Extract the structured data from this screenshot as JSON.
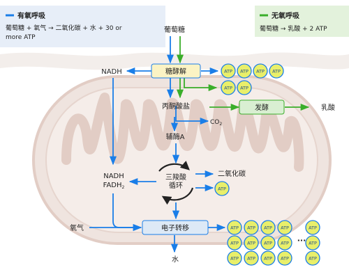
{
  "legend": {
    "aerobic": {
      "title": "有氧呼吸",
      "equation_line1": "葡萄糖 + 氧气 → 二氧化碳 + 水 + 30 or",
      "equation_line2": "more ATP",
      "color": "#1a7ee8"
    },
    "anaerobic": {
      "title": "无氧呼吸",
      "equation": "葡萄糖 → 乳酸 + 2 ATP",
      "color": "#3aae2a"
    }
  },
  "nodes": {
    "glucose": "葡萄糖",
    "glycolysis": "糖酵解",
    "pyruvate": "丙酮酸盐",
    "fermentation": "发酵",
    "lactate": "乳酸",
    "co2": "CO",
    "co2_sub": "2",
    "acetyl_coa": "辅酶A",
    "krebs_line1": "三羧酸",
    "krebs_line2": "循环",
    "carbon_dioxide": "二氧化碳",
    "nadh_top": "NADH",
    "nadh_mid": "NADH",
    "fadh2": "FADH",
    "fadh2_sub": "2",
    "oxygen": "氧气",
    "etc": "电子转移",
    "water": "水",
    "ellipsis": "···"
  },
  "atp_label": "ATP",
  "colors": {
    "mito_fill": "#efe4df",
    "mito_line": "#e2cdc5",
    "box_blue": "#dde9f6",
    "box_green": "#d9efd2",
    "box_yellow": "#fbf3c4",
    "atp_fill": "#e9ef6a",
    "atp_stroke": "#1a7ee8",
    "cycle_arrow": "#222222"
  }
}
